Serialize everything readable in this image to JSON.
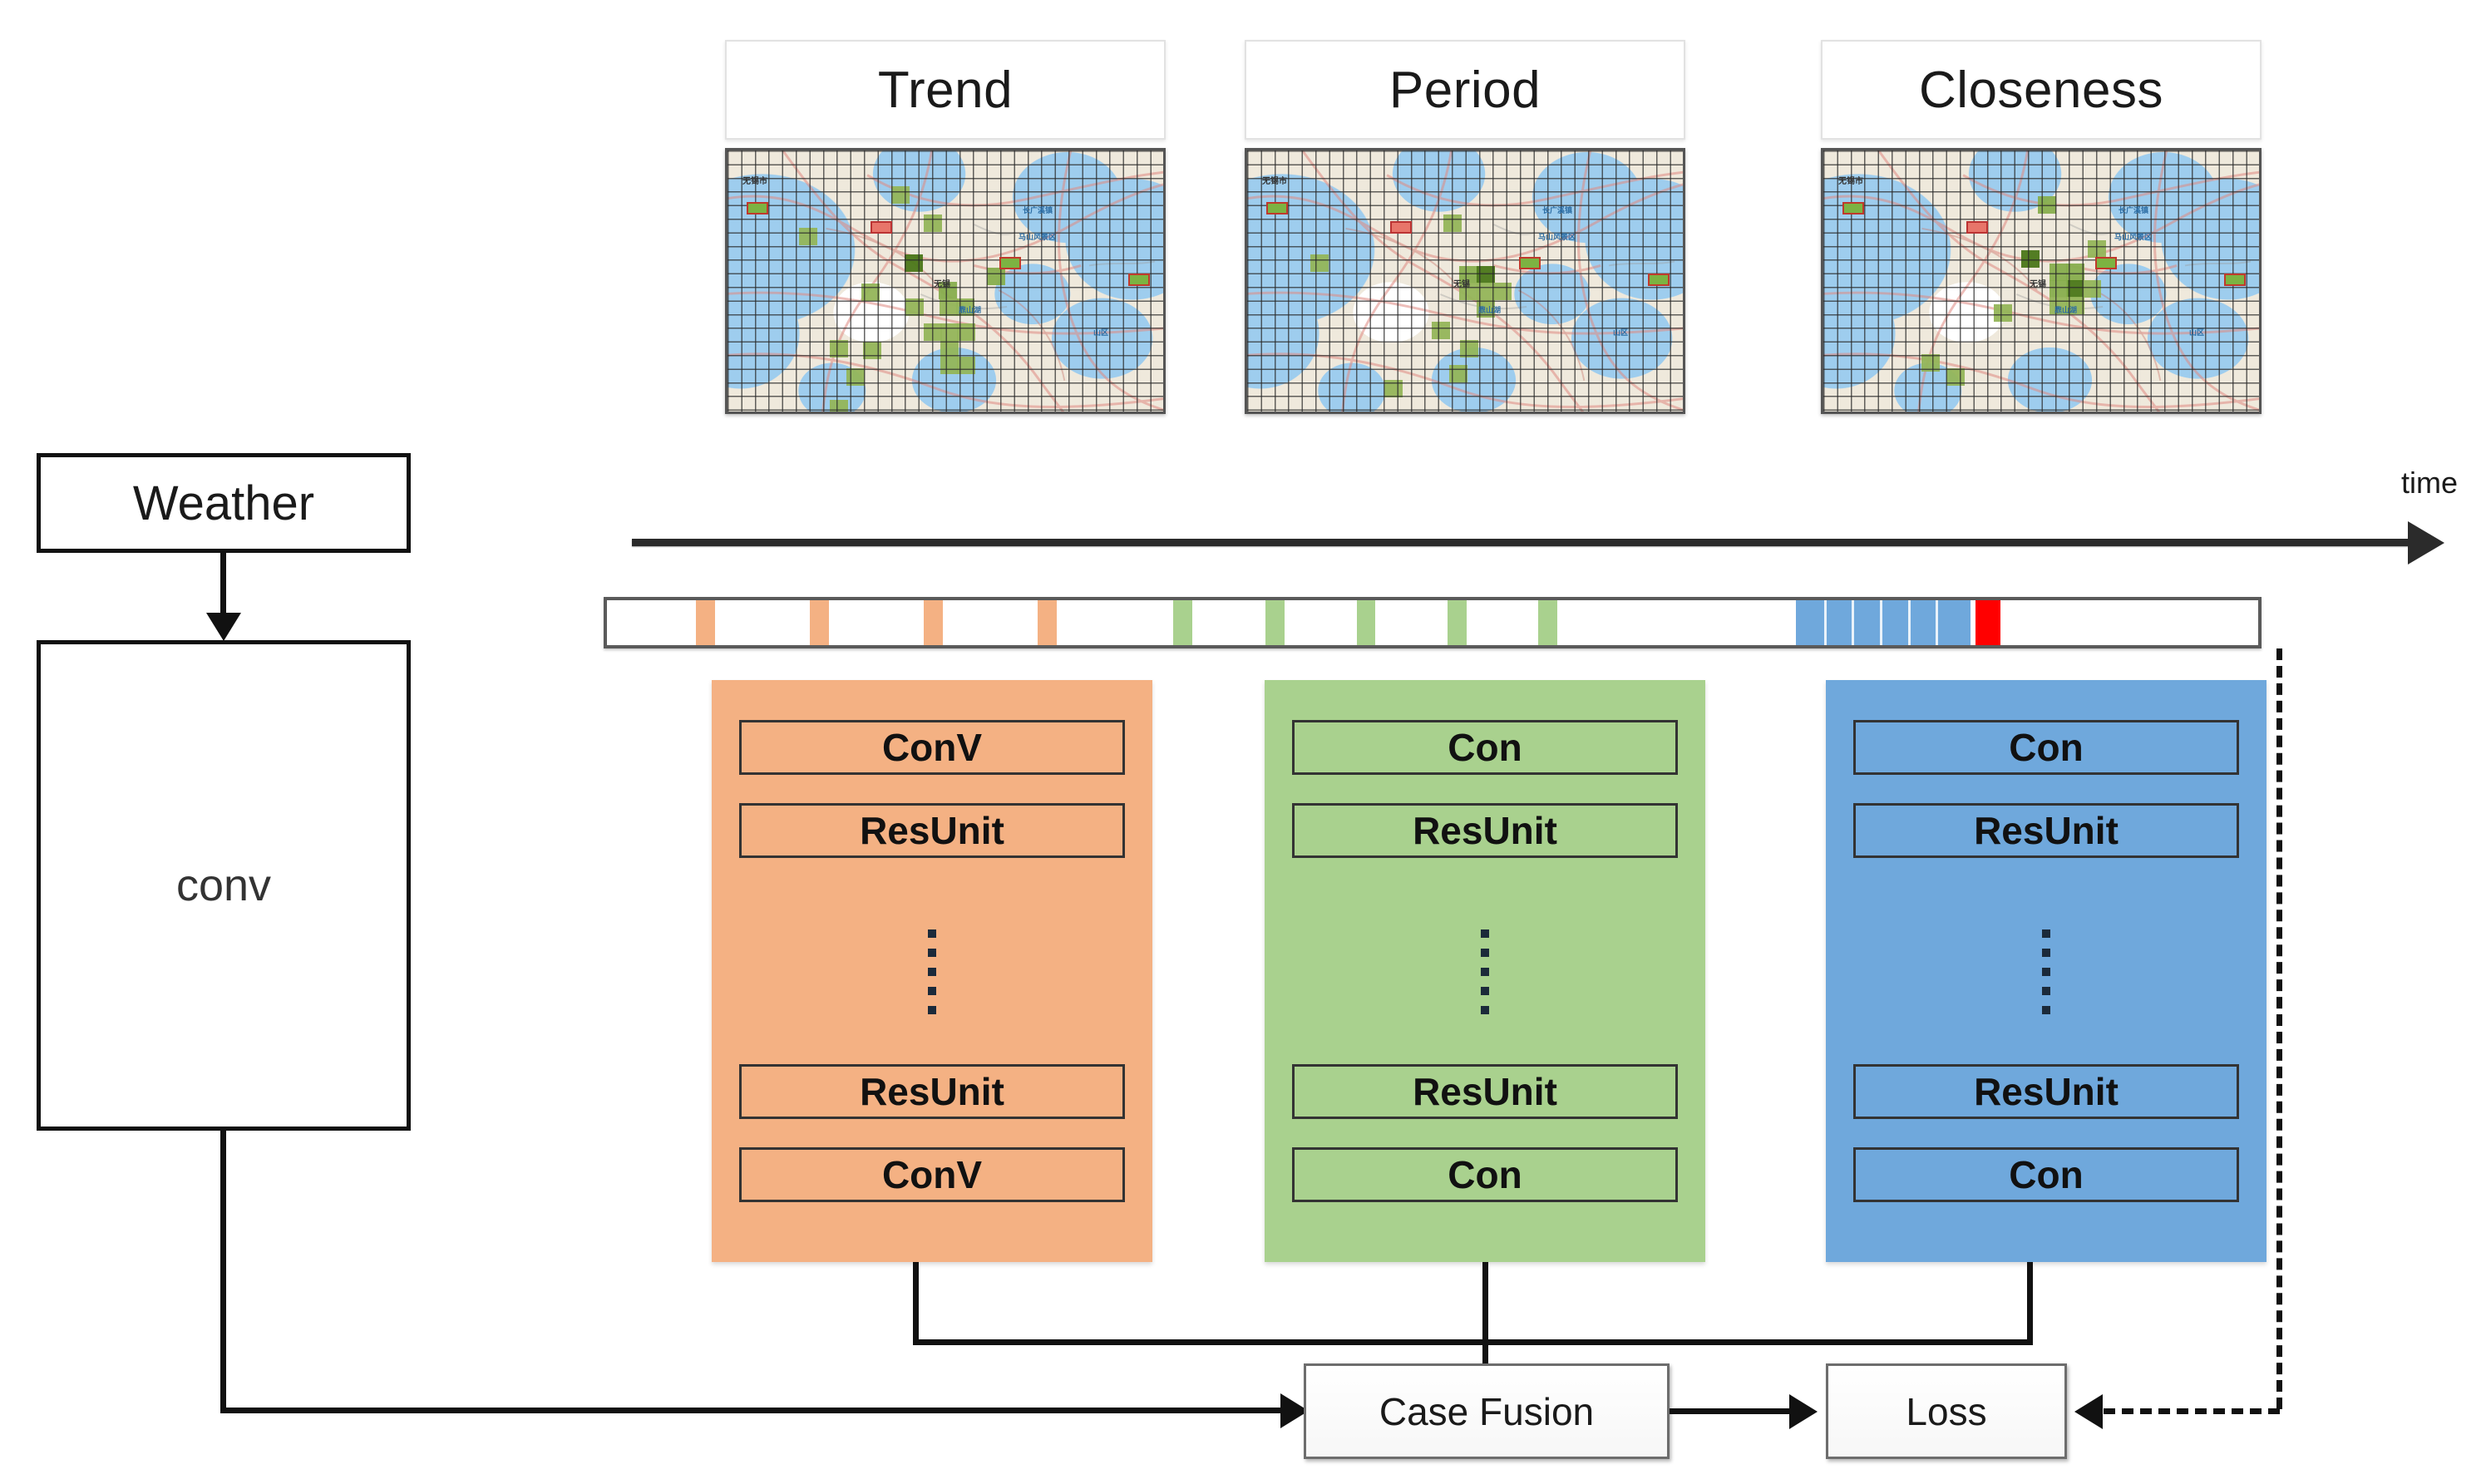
{
  "diagram": {
    "title": "Spatio-temporal residual network architecture",
    "time_axis": {
      "label": "time",
      "arrow": "right-arrow-icon"
    },
    "panels": [
      {
        "id": "trend",
        "label": "Trend",
        "map": {
          "city_label": "无锡市",
          "water_labels": [
            "长广溪镇",
            "马山风景区",
            "鼎山湖",
            "山区"
          ],
          "center_label": "无锡"
        }
      },
      {
        "id": "period",
        "label": "Period",
        "map": {
          "city_label": "无锡市",
          "water_labels": [
            "长广溪镇",
            "马山风景区",
            "鼎山湖",
            "山区"
          ],
          "center_label": "无锡"
        }
      },
      {
        "id": "closeness",
        "label": "Closeness",
        "map": {
          "city_label": "无锡市",
          "water_labels": [
            "长广溪镇",
            "马山风景区",
            "鼎山湖",
            "山区"
          ],
          "center_label": "无锡"
        }
      }
    ],
    "timeline": {
      "orange_tick_count": 4,
      "green_tick_count": 5,
      "blue_segment_count": 6,
      "has_red_marker": true,
      "colors": {
        "orange": "#F4B183",
        "green": "#A9D18E",
        "blue": "#6FA8DC",
        "red": "#FF0000",
        "border": "#5A5A5A"
      }
    },
    "columns": [
      {
        "id": "trend-branch",
        "color": "#F4B183",
        "units": [
          "ConV",
          "ResUnit",
          "ResUnit",
          "ConV"
        ],
        "ellipsis": true
      },
      {
        "id": "period-branch",
        "color": "#A9D18E",
        "units": [
          "Con",
          "ResUnit",
          "ResUnit",
          "Con"
        ],
        "ellipsis": true
      },
      {
        "id": "closeness-branch",
        "color": "#6FA8DC",
        "units": [
          "Con",
          "ResUnit",
          "ResUnit",
          "Con"
        ],
        "ellipsis": true
      }
    ],
    "left_branch": {
      "weather_label": "Weather",
      "conv_label": "conv"
    },
    "outputs": {
      "fusion_label": "Case Fusion",
      "loss_label": "Loss"
    }
  }
}
